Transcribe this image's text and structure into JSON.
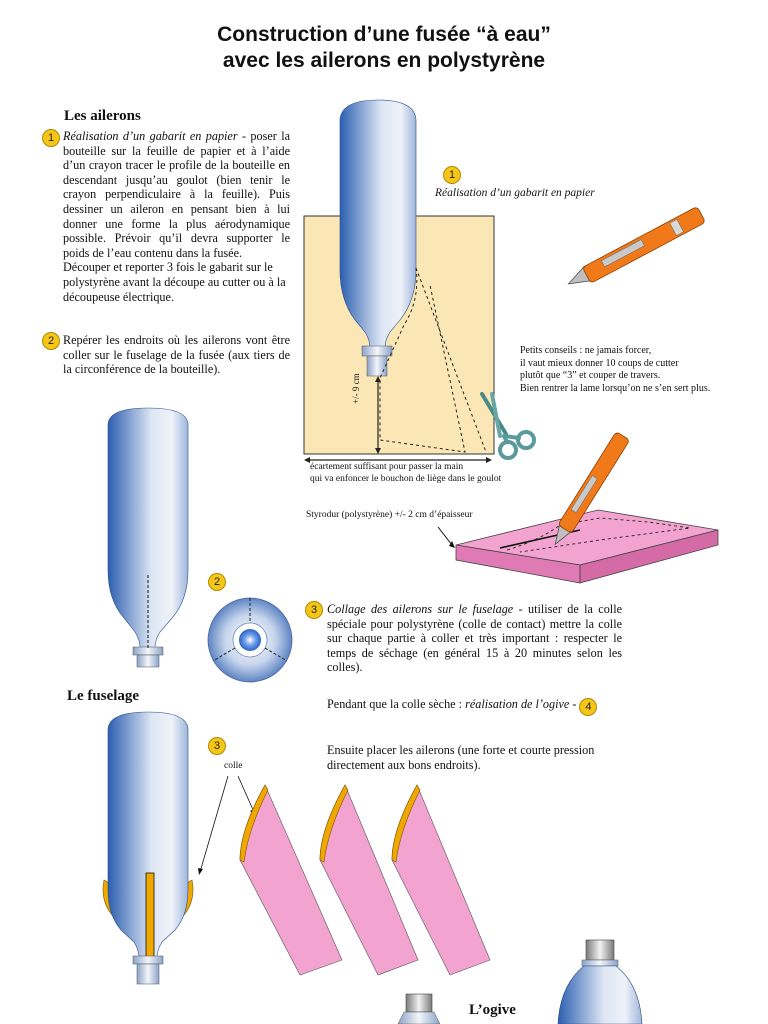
{
  "title": {
    "line1": "Construction d’une fusée “à eau”",
    "line2": "avec les ailerons en polystyrène"
  },
  "ailerons": {
    "heading": "Les  ailerons",
    "step1_badge": "1",
    "step1_title": "Réalisation d’un gabarit en papier",
    "step1_text": " - poser la bouteille sur la feuille de papier et à l’aide d’un crayon tracer le profile de la bouteille en descendant jusqu’au goulot (bien tenir le crayon perpendiculaire à la feuille). Puis dessiner un aileron en pensant bien à lui donner une forme la plus aérodynamique possible. Prévoir qu’il devra supporter le poids de l’eau contenu dans la fusée.",
    "step1_text2": "Découper et reporter 3 fois le gabarit sur le polystyrène avant la découpe au cutter ou à la découpeuse électrique.",
    "step2_badge": "2",
    "step2_text": "Repérer les endroits où les ailerons vont être coller sur le fuselage de la fusée (aux tiers de la circonférence de la bouteille)."
  },
  "figure1": {
    "badge": "1",
    "caption": "Réalisation d’un gabarit en papier",
    "measure": "+/- 9 cm",
    "gap_line1": "écartement suffisant pour passer la main",
    "gap_line2": "qui va enfoncer le bouchon de liège dans le goulot"
  },
  "tips": {
    "line1": "Petits conseils : ne jamais forcer,",
    "line2": "il vaut mieux donner 10 coups de cutter",
    "line3": "plutôt que “3” et  couper de travers.",
    "line4": "Bien rentrer la lame lorsqu’on ne s’en sert plus."
  },
  "styrodur": "Styrodur (polystyrène) +/- 2 cm d’épaisseur",
  "figure2": {
    "badge": "2"
  },
  "step3": {
    "badge": "3",
    "title": "Collage des ailerons sur le fuselage",
    "text": " - utiliser de la colle spéciale pour polystyrène (colle de contact) mettre la colle sur chaque partie à coller et très important : respecter le temps de séchage (en général 15 à 20 minutes selon les colles).",
    "pendant_prefix": "Pendant que la colle sèche : ",
    "pendant_italic": "réalisation de l’ogive",
    "pendant_suffix": " - ",
    "badge4": "4",
    "ensuite": "Ensuite placer les ailerons (une forte et courte pression directement aux bons endroits)."
  },
  "fuselage": {
    "heading": "Le fuselage",
    "badge": "3",
    "colle_label": "colle"
  },
  "ogive": {
    "heading": "L’ogive"
  },
  "colors": {
    "bottle_dark": "#2c5fb0",
    "bottle_light": "#e8eef8",
    "paper": "#fbe7b5",
    "foam": "#f3a3cf",
    "glue": "#f0a800",
    "cutter": "#f07a1a",
    "badge": "#f5c518"
  }
}
